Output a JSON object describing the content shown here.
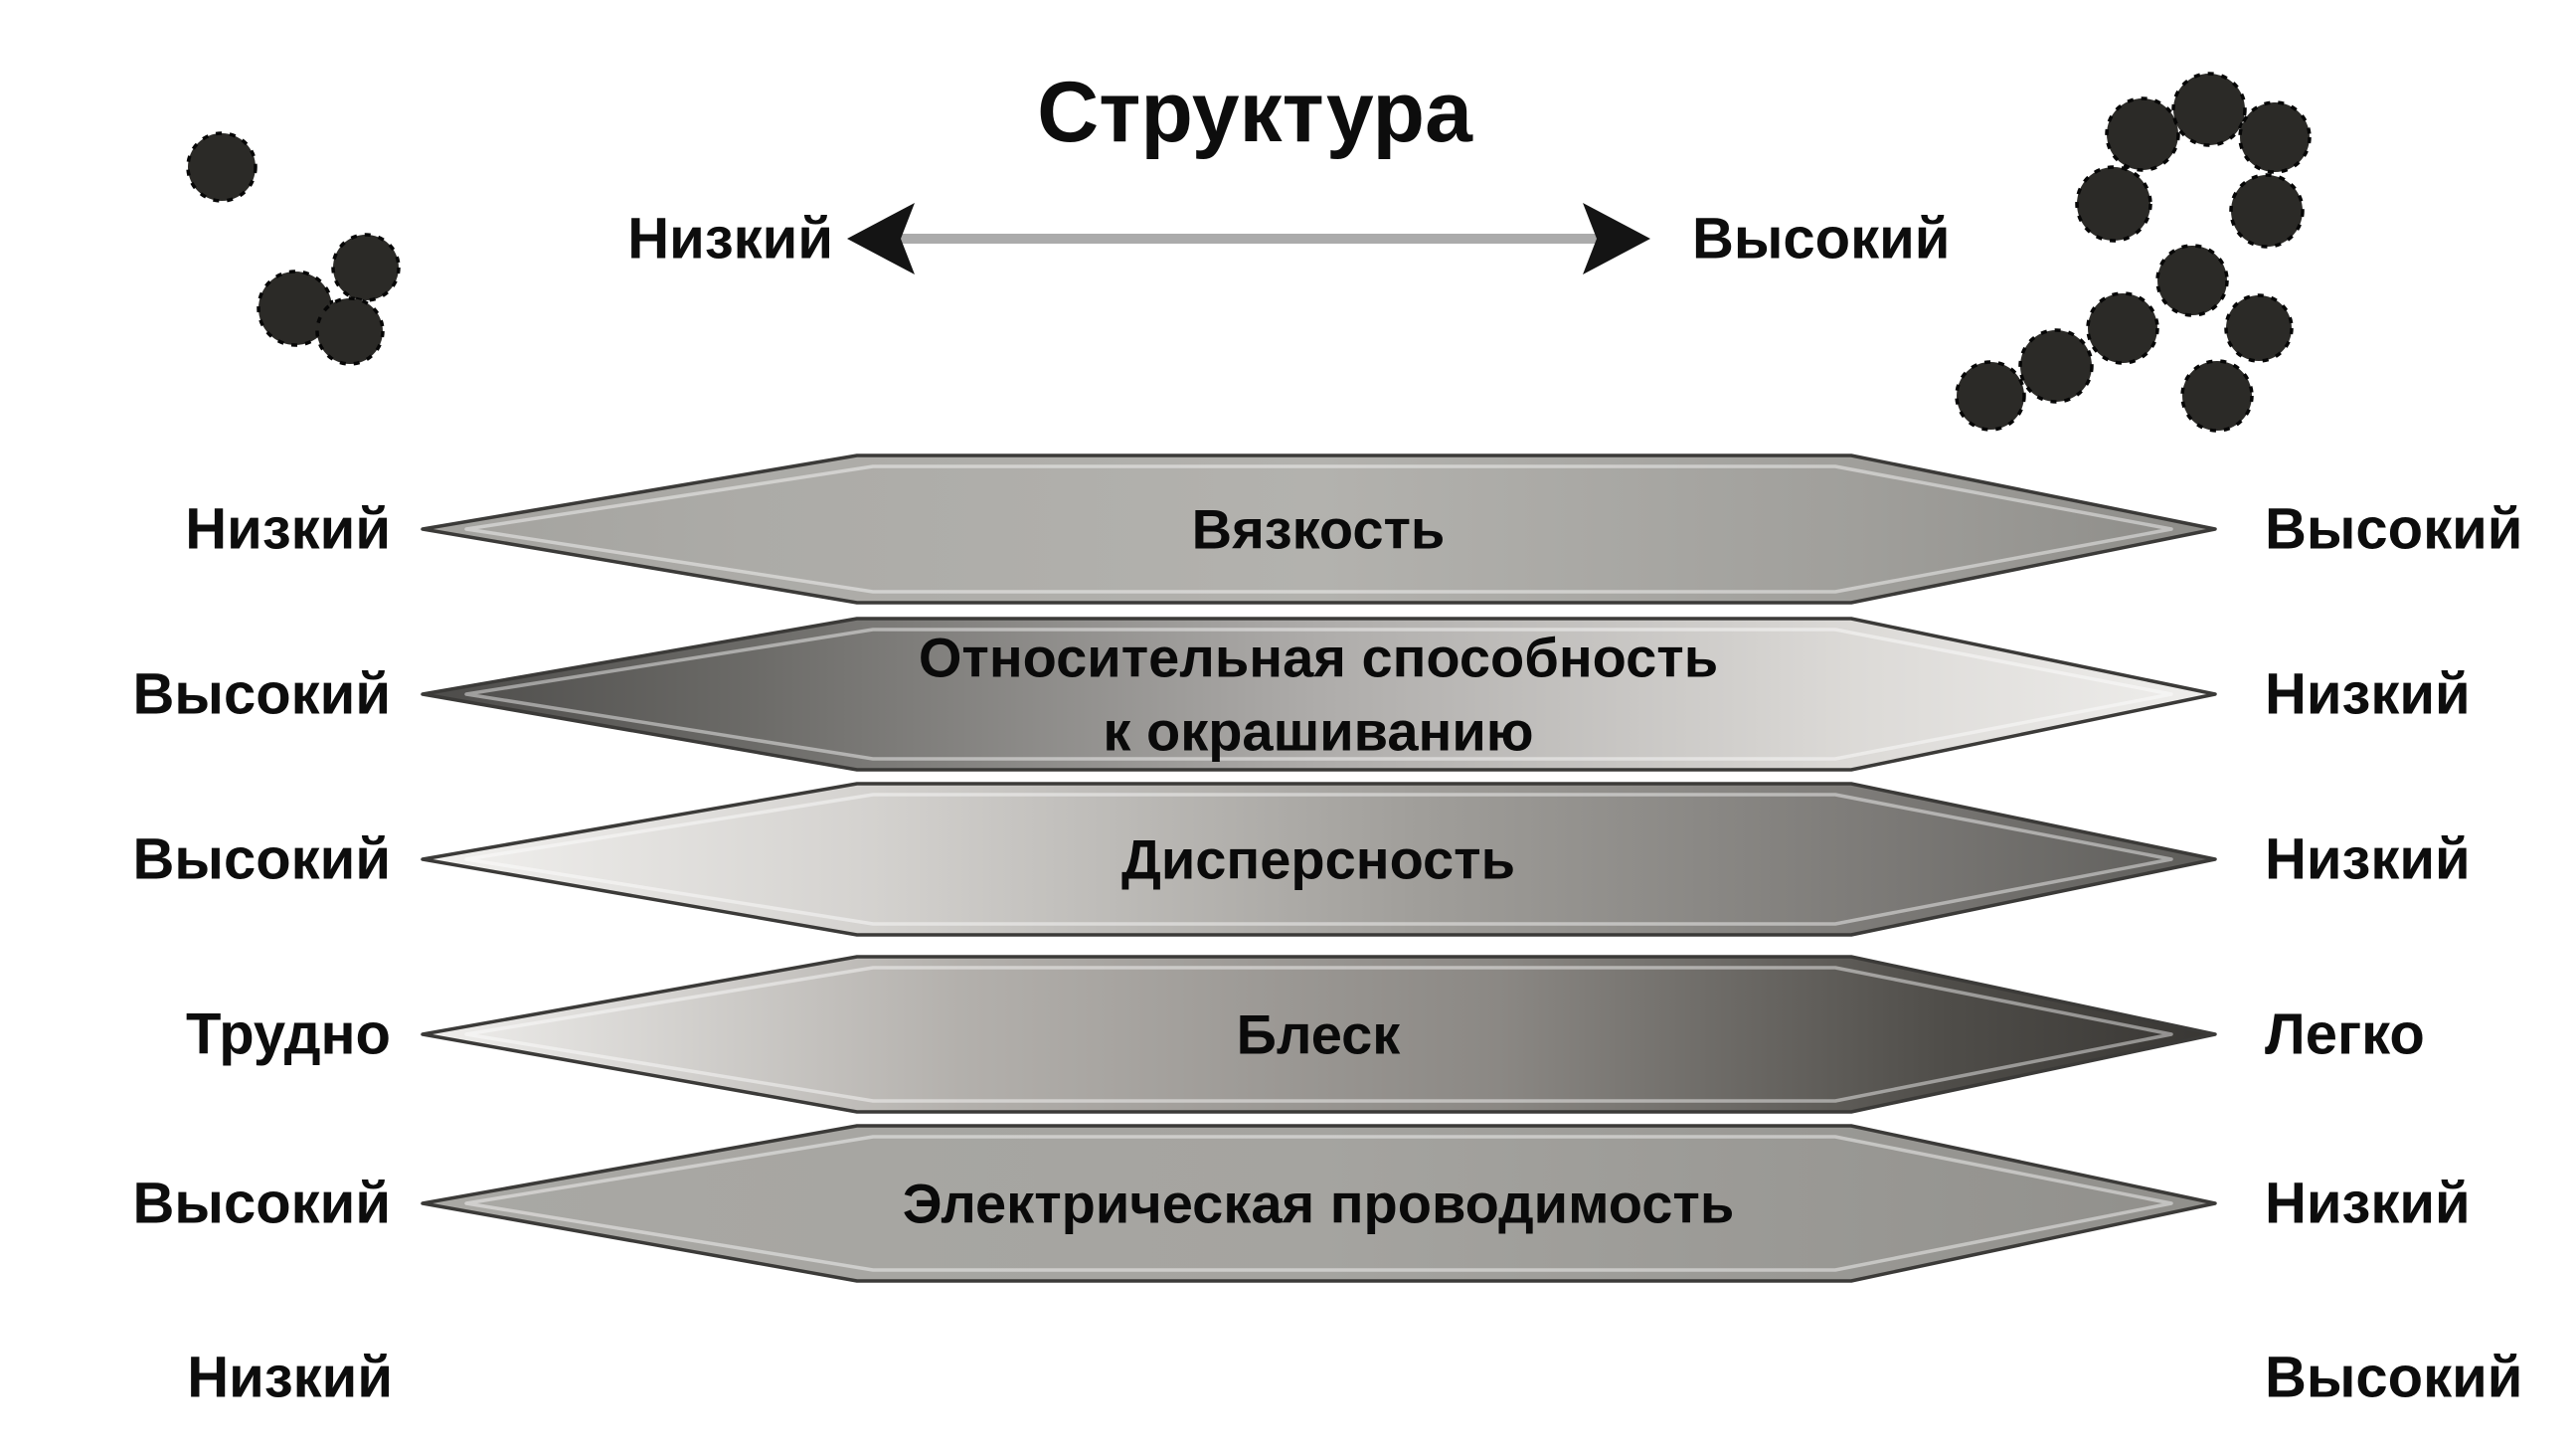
{
  "title": "Структура",
  "header": {
    "left_label": "Низкий",
    "right_label": "Высокий",
    "arrow": "double-headed-arrow"
  },
  "particles": {
    "left": {
      "name": "dispersed-particles",
      "dot_count": 4
    },
    "right": {
      "name": "aggregated-particles",
      "dot_count": 11
    }
  },
  "rows": [
    {
      "property": "Вязкость",
      "lines": [
        "Вязкость"
      ],
      "left_label": "Низкий",
      "right_label": "Высокий",
      "gradient": [
        [
          0,
          "#a3a29e"
        ],
        [
          0.18,
          "#acaba7"
        ],
        [
          0.5,
          "#b3b2ae"
        ],
        [
          0.8,
          "#a09f9b"
        ],
        [
          1,
          "#8d8c88"
        ]
      ]
    },
    {
      "property": "Относительная способность к окрашиванию",
      "lines": [
        "Относительная способность",
        "к окрашиванию"
      ],
      "left_label": "Высокий",
      "right_label": "Низкий",
      "gradient": [
        [
          0,
          "#4c4b49"
        ],
        [
          0.18,
          "#6b6a67"
        ],
        [
          0.5,
          "#aeacaa"
        ],
        [
          0.8,
          "#dcdad7"
        ],
        [
          1,
          "#efeeec"
        ]
      ]
    },
    {
      "property": "Дисперсность",
      "lines": [
        "Дисперсность"
      ],
      "left_label": "Высокий",
      "right_label": "Низкий",
      "gradient": [
        [
          0,
          "#f2f1ef"
        ],
        [
          0.25,
          "#d4d2cf"
        ],
        [
          0.55,
          "#a19f9b"
        ],
        [
          0.82,
          "#7b7976"
        ],
        [
          1,
          "#5d5c59"
        ]
      ]
    },
    {
      "property": "Блеск",
      "lines": [
        "Блеск"
      ],
      "left_label": "Трудно",
      "right_label": "Легко",
      "gradient": [
        [
          0,
          "#f0efed"
        ],
        [
          0.3,
          "#b3b0ac"
        ],
        [
          0.6,
          "#8b8884"
        ],
        [
          0.85,
          "#4f4d49"
        ],
        [
          1,
          "#383633"
        ]
      ]
    },
    {
      "property": "Электрическая проводимость",
      "lines": [
        "Электрическая проводимость"
      ],
      "left_label": "Высокий",
      "right_label": "Низкий",
      "gradient": [
        [
          0,
          "#a9a8a4"
        ],
        [
          0.5,
          "#a5a4a0"
        ],
        [
          1,
          "#908f8b"
        ]
      ]
    }
  ],
  "footer_row": {
    "left": "Низкий",
    "right": "Высокий"
  },
  "colors": {
    "text": "#0d0d0d",
    "band_outline": "#3b3a38",
    "band_inner_highlight": "rgba(255,255,255,0.45)",
    "particle_fill": "#2b2a27",
    "particle_stroke": "#060606",
    "arrow_shaft": "#ababab",
    "arrow_head": "#141414"
  }
}
